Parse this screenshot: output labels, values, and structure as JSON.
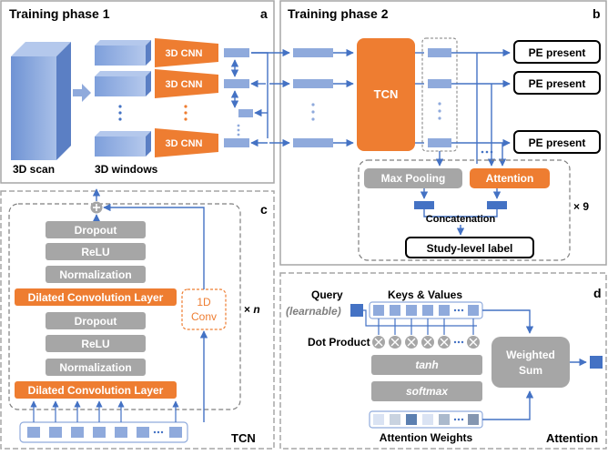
{
  "panels": {
    "a": {
      "title": "Training phase 1",
      "letter": "a",
      "scan_label": "3D scan",
      "windows_label": "3D windows",
      "cnn_label": "3D CNN"
    },
    "b": {
      "title": "Training phase 2",
      "letter": "b",
      "tcn_label": "TCN",
      "output_label": "PE present",
      "max_pooling": "Max Pooling",
      "attention": "Attention",
      "concatenation": "Concatenation",
      "study_label": "Study-level label",
      "repeat": "× 9"
    },
    "c": {
      "letter": "c",
      "dropout": "Dropout",
      "relu": "ReLU",
      "normalization": "Normalization",
      "dilated": "Dilated Convolution Layer",
      "conv1d_line1": "1D",
      "conv1d_line2": "Conv",
      "repeat_prefix": "× ",
      "repeat_n": "n",
      "footer": "TCN"
    },
    "d": {
      "letter": "d",
      "query": "Query",
      "learnable": "(learnable)",
      "keys_values": "Keys & Values",
      "dot_product": "Dot Product",
      "tanh": "tanh",
      "softmax": "softmax",
      "weighted_line1": "Weighted",
      "weighted_line2": "Sum",
      "attention_weights": "Attention Weights",
      "footer": "Attention"
    }
  },
  "colors": {
    "orange": "#ee7d31",
    "blue": "#4472c4",
    "light_blue": "#8faadc",
    "gray": "#a6a6a6",
    "dash": "#7f7f7f",
    "black": "#000000"
  },
  "icons": {
    "plus": "plus-icon",
    "times": "times-icon",
    "ellipsis": "ellipsis-icon"
  }
}
